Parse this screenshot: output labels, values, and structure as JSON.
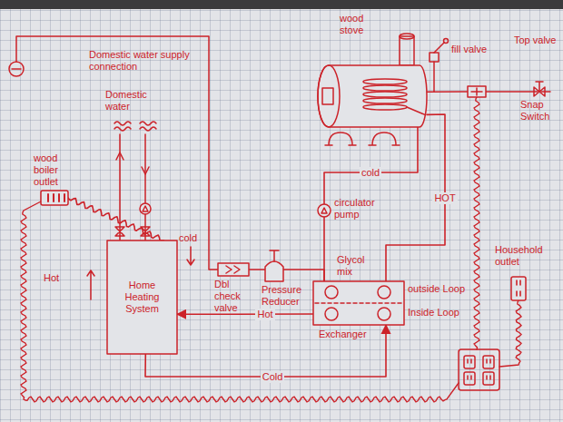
{
  "diagram": {
    "nodes": [
      {
        "text": [
          "wood stove"
        ]
      },
      {
        "text": [
          "Home Heating System"
        ]
      },
      {
        "text": [
          "Glycol mix",
          "outside Loop",
          "Inside Loop",
          "Exchanger"
        ]
      },
      {
        "text": [
          "Dbl check valve"
        ]
      },
      {
        "text": [
          "Pressure Reducer"
        ]
      },
      {
        "text": [
          "circulator pump"
        ]
      },
      {
        "text": [
          "wood boiler outlet"
        ]
      },
      {
        "text": [
          "Snap Switch"
        ]
      },
      {
        "text": [
          "Household outlet"
        ]
      }
    ],
    "edges": [
      {
        "from": 3,
        "to": 4,
        "arrow": "none"
      },
      {
        "from": 4,
        "to": 2,
        "arrow": "none"
      },
      {
        "from": 2,
        "to": 5,
        "arrow": "none"
      },
      {
        "from": 5,
        "to": 0,
        "label": "cold",
        "arrow": "none"
      },
      {
        "from": 0,
        "to": 2,
        "label": "HOT",
        "arrow": "none"
      },
      {
        "from": 0,
        "to": 7,
        "arrow": "none"
      },
      {
        "from": 2,
        "to": 1,
        "label": "Hot",
        "arrow": "to"
      },
      {
        "from": 1,
        "to": 2,
        "label": "Cold",
        "arrow": "to"
      },
      {
        "from": 6,
        "to": 1,
        "arrow": "none"
      }
    ],
    "labels": [
      "Domestic water supply connection",
      "fill valve",
      "Top valve",
      "Domestic water",
      "cold",
      "Hot"
    ]
  }
}
